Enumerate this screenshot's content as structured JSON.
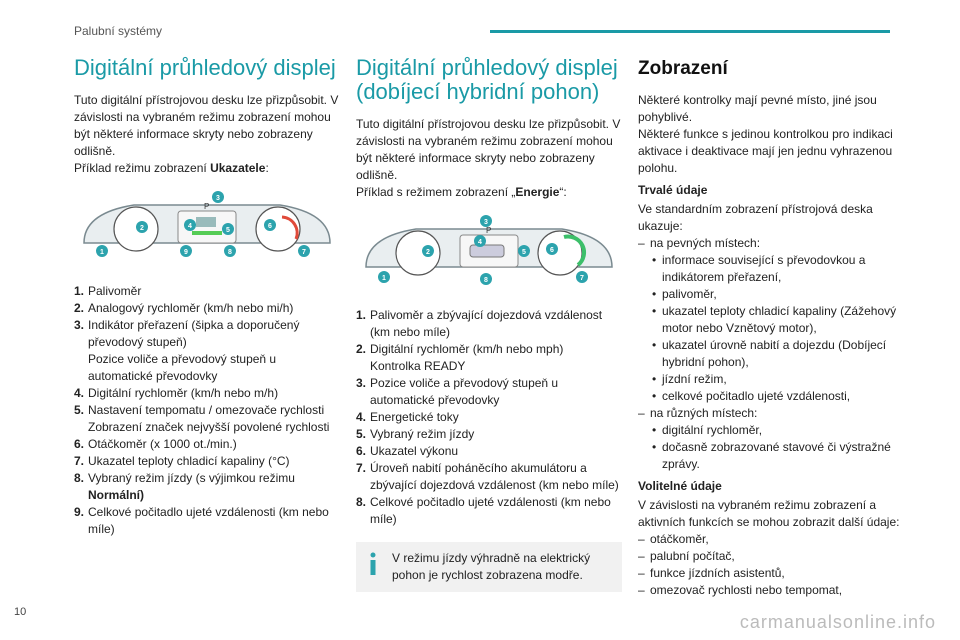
{
  "header": {
    "title": "Palubní systémy"
  },
  "page_number": "10",
  "watermark": "carmanualsonline.info",
  "colors": {
    "accent": "#1a9aa6",
    "callout": "#2ca3ad"
  },
  "col1": {
    "title": "Digitální průhledový displej",
    "intro": "Tuto digitální přístrojovou desku lze přizpůsobit. V závislosti na vybraném režimu zobrazení mohou být některé informace skryty nebo zobrazeny odlišně.",
    "example_prefix": "Příklad režimu zobrazení ",
    "example_bold": "Ukazatele",
    "example_suffix": ":",
    "figure_gauge_label": "P",
    "figure_callouts": [
      "1",
      "2",
      "3",
      "4",
      "5",
      "6",
      "7",
      "8",
      "9"
    ],
    "items": [
      {
        "n": "1.",
        "t": "Palivoměr"
      },
      {
        "n": "2.",
        "t": "Analogový rychloměr (km/h nebo mi/h)"
      },
      {
        "n": "3.",
        "t": "Indikátor přeřazení (šipka a doporučený převodový stupeň)"
      },
      {
        "n": "",
        "t": "Pozice voliče a převodový stupeň u automatické převodovky"
      },
      {
        "n": "4.",
        "t": "Digitální rychloměr (km/h nebo m/h)"
      },
      {
        "n": "5.",
        "t": "Nastavení tempomatu / omezovače rychlosti"
      },
      {
        "n": "",
        "t": "Zobrazení značek nejvyšší povolené rychlosti"
      },
      {
        "n": "6.",
        "t": "Otáčkoměr (x 1000 ot./min.)"
      },
      {
        "n": "7.",
        "t": "Ukazatel teploty chladicí kapaliny (°C)"
      },
      {
        "n": "8.",
        "t": "Vybraný režim jízdy (s výjimkou režimu"
      },
      {
        "n": "",
        "t": "Normální)"
      },
      {
        "n": "9.",
        "t": "Celkové počitadlo ujeté vzdálenosti (km nebo míle)"
      }
    ]
  },
  "col2": {
    "title": "Digitální průhledový displej (dobíjecí hybridní pohon)",
    "intro": "Tuto digitální přístrojovou desku lze přizpůsobit. V závislosti na vybraném režimu zobrazení mohou být některé informace skryty nebo zobrazeny odlišně.",
    "example_prefix": "Příklad s režimem zobrazení „",
    "example_bold": "Energie",
    "example_suffix": "“:",
    "figure_gauge_label": "P",
    "figure_callouts": [
      "1",
      "2",
      "3",
      "4",
      "5",
      "6",
      "7",
      "8"
    ],
    "items": [
      {
        "n": "1.",
        "t": "Palivoměr a zbývající dojezdová vzdálenost (km nebo míle)"
      },
      {
        "n": "2.",
        "t": "Digitální rychloměr (km/h nebo mph)"
      },
      {
        "n": "",
        "t": "Kontrolka READY"
      },
      {
        "n": "3.",
        "t": "Pozice voliče a převodový stupeň u automatické převodovky"
      },
      {
        "n": "4.",
        "t": "Energetické toky"
      },
      {
        "n": "5.",
        "t": "Vybraný režim jízdy"
      },
      {
        "n": "6.",
        "t": "Ukazatel výkonu"
      },
      {
        "n": "7.",
        "t": "Úroveň nabití poháněcího akumulátoru a zbývající dojezdová vzdálenost (km nebo míle)"
      },
      {
        "n": "8.",
        "t": "Celkové počitadlo ujeté vzdálenosti (km nebo míle)"
      }
    ],
    "note": "V režimu jízdy výhradně na elektrický pohon je rychlost zobrazena modře."
  },
  "col3": {
    "title": "Zobrazení",
    "intro1": "Některé kontrolky mají pevné místo, jiné jsou pohyblivé.",
    "intro2": "Některé funkce s jedinou kontrolkou pro indikaci aktivace i deaktivace mají jen jednu vyhrazenou polohu.",
    "sub1": "Trvalé údaje",
    "p1": "Ve standardním zobrazení přístrojová deska ukazuje:",
    "d1": "na pevných místech:",
    "b1": [
      "informace související s převodovkou a indikátorem přeřazení,",
      "palivoměr,",
      "ukazatel teploty chladicí kapaliny (Zážehový motor nebo Vznětový motor),",
      "ukazatel úrovně nabití a dojezdu (Dobíjecí hybridní pohon),",
      "jízdní režim,",
      "celkové počitadlo ujeté vzdálenosti,"
    ],
    "d2": "na různých místech:",
    "b2": [
      "digitální rychloměr,",
      "dočasně zobrazované stavové či výstražné zprávy."
    ],
    "sub2": "Volitelné údaje",
    "p2": "V závislosti na vybraném režimu zobrazení a aktivních funkcích se mohou zobrazit další údaje:",
    "d3": [
      "otáčkoměr,",
      "palubní počítač,",
      "funkce jízdních asistentů,",
      "omezovač rychlosti nebo tempomat,"
    ]
  }
}
